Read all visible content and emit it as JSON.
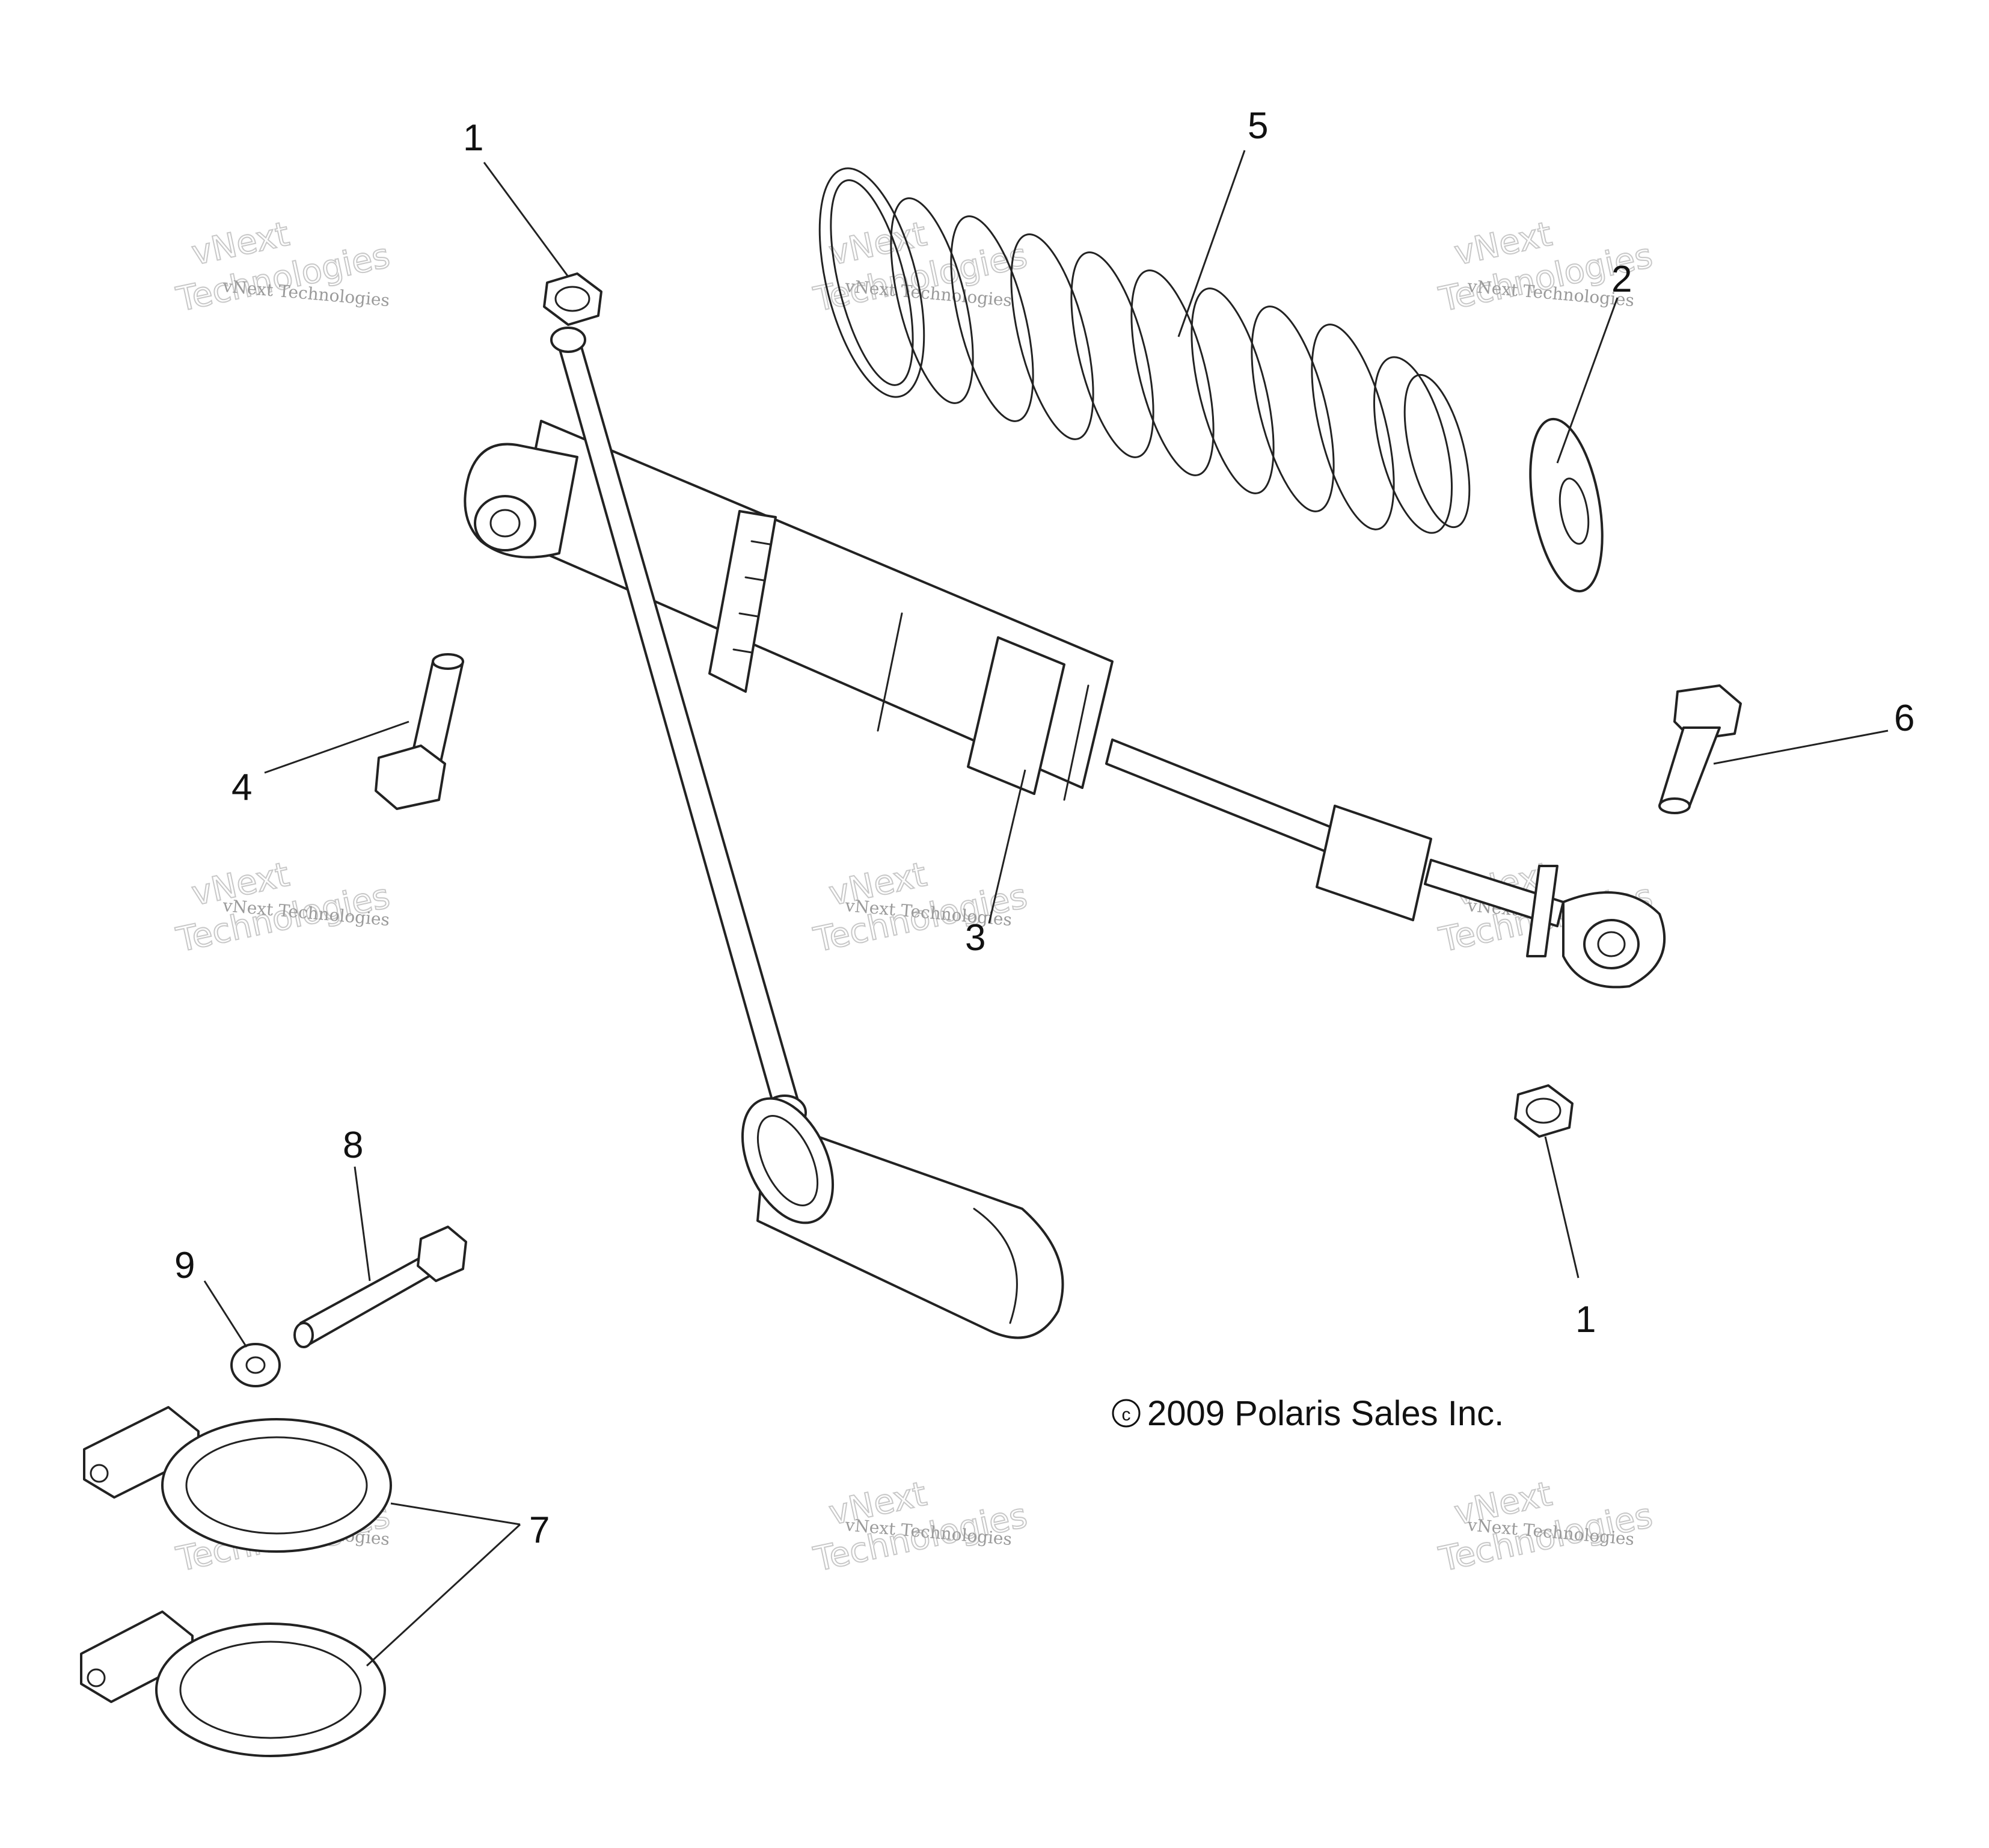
{
  "callouts": [
    {
      "id": "nut-top",
      "label": "1"
    },
    {
      "id": "nut-bottom",
      "label": "1"
    },
    {
      "id": "spring-retainer",
      "label": "2"
    },
    {
      "id": "shock-body",
      "label": "3"
    },
    {
      "id": "bolt-left",
      "label": "4"
    },
    {
      "id": "spring",
      "label": "5"
    },
    {
      "id": "bolt-right",
      "label": "6"
    },
    {
      "id": "clamp",
      "label": "7"
    },
    {
      "id": "long-bolt",
      "label": "8"
    },
    {
      "id": "washer",
      "label": "9"
    }
  ],
  "copyright": "2009 Polaris Sales Inc.",
  "copyright_symbol": "c",
  "watermark": {
    "line1": "vNext Technologies",
    "line2a": "vNext",
    "line2b": "Technologies"
  }
}
